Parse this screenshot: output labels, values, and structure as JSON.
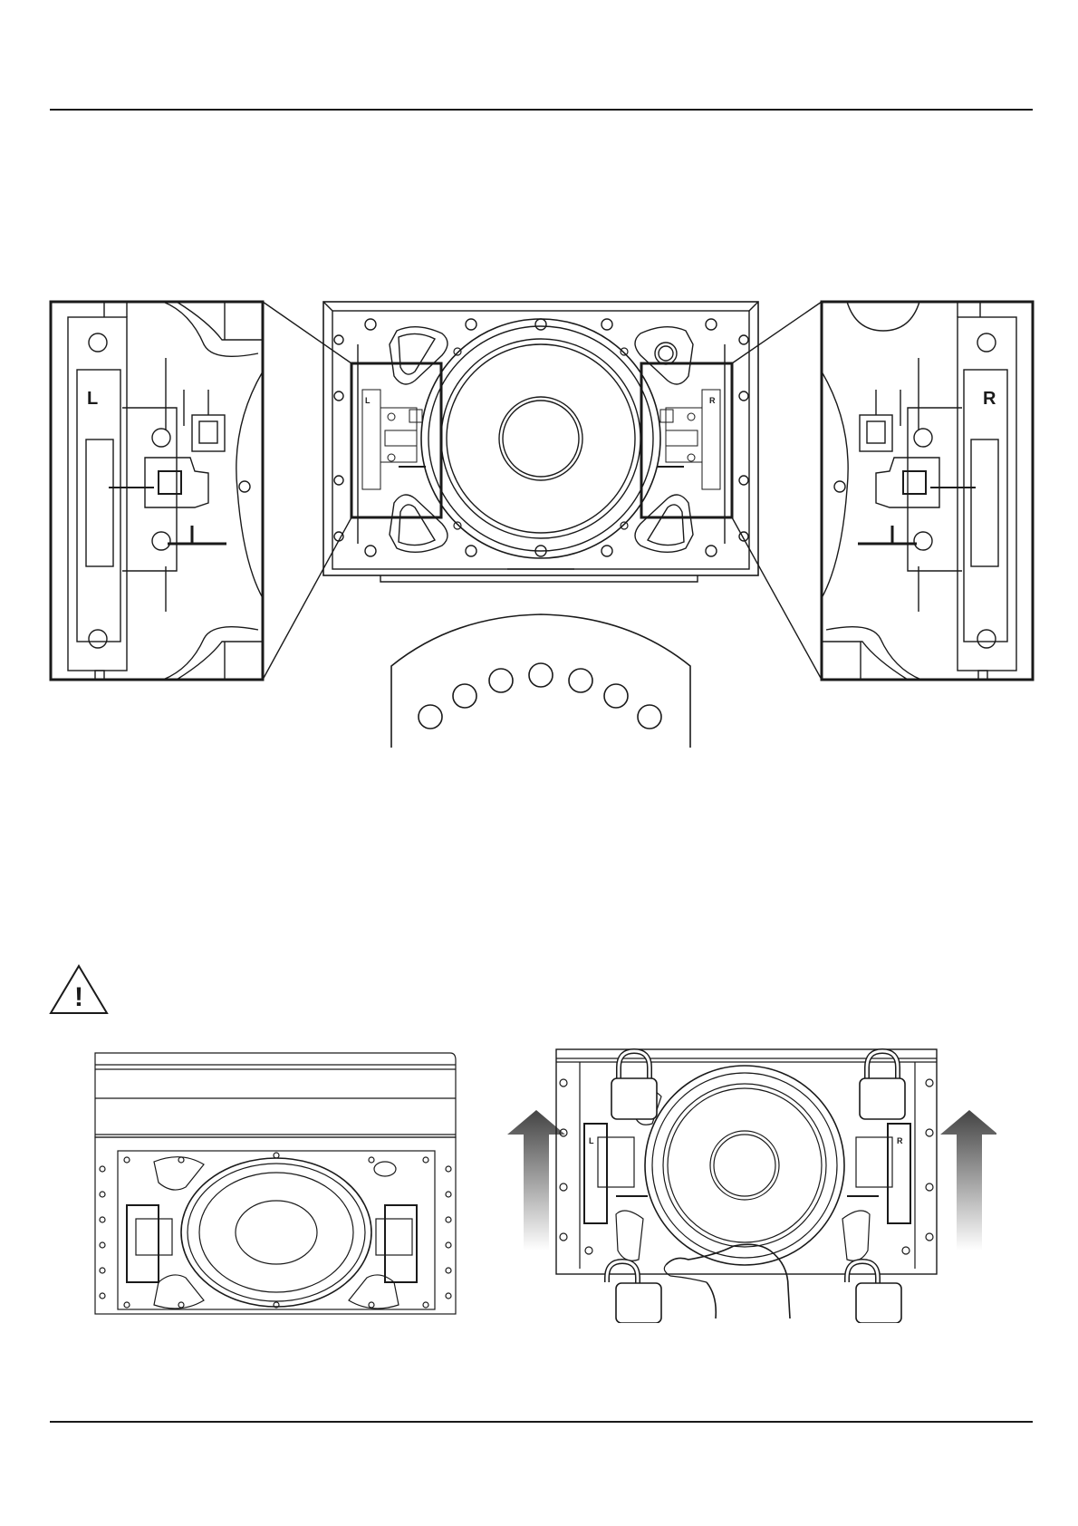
{
  "figure_top": {
    "left_zoom_label": "L",
    "right_zoom_label": "R",
    "small_left_label": "L",
    "small_right_label": "R"
  },
  "warning": {
    "icon": "warning-triangle-icon",
    "glyph": "!"
  },
  "figure_bottom_right": {
    "small_left_label": "L",
    "small_right_label": "R",
    "lock_icon": "padlock-icon",
    "arrow_icon": "up-arrow-icon"
  },
  "colors": {
    "line": "#1a1a1a",
    "arrow_dark": "#444444"
  }
}
